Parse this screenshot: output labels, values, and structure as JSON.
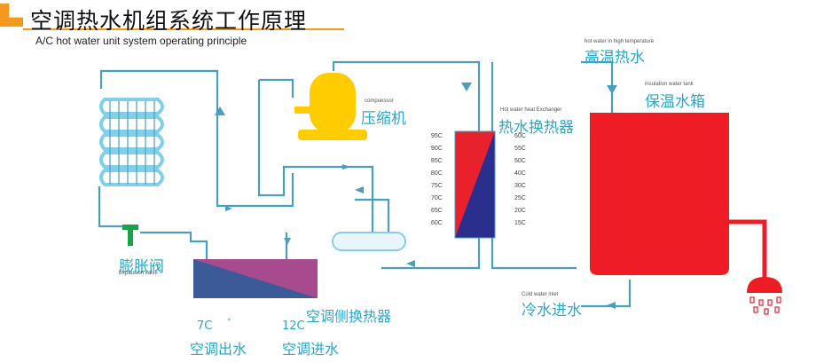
{
  "title": "空调热水机组系统工作原理",
  "subtitle": "A/C hot water unit system operating principle",
  "colors": {
    "accent_orange": "#f39a1e",
    "pipe": "#4a9fc0",
    "compressor": "#ffcc00",
    "tank": "#ee1c25",
    "hx_red": "#e8222d",
    "hx_blue": "#2a2f8e",
    "evap_left": "#3b5b98",
    "evap_right": "#a84b8e",
    "coil": "#7fd0e8",
    "valve": "#1fa04b",
    "label": "#2aa8c8"
  },
  "labels": {
    "hot_water_en": "hot water in high temperature",
    "hot_water_cn": "高温热水",
    "tank_en": "insulation water tank",
    "tank_cn": "保温水箱",
    "compressor_en": "compuessor",
    "compressor_cn": "压缩机",
    "hx_en": "Hot water heat Exchanger",
    "hx_cn": "热水换热器",
    "valve_cn": "膨胀阀",
    "valve_en": "Expausion valve",
    "ac_hx_cn": "空调侧换热器",
    "cold_in_en": "Cold water inlet",
    "cold_in_cn": "冷水进水",
    "ac_out_temp": "7C",
    "ac_in_temp": "12C",
    "ac_out_cn": "空调出水",
    "ac_in_cn": "空调进水"
  },
  "temps_left": [
    "95C",
    "90C",
    "85C",
    "80C",
    "75C",
    "70C",
    "65C",
    "60C"
  ],
  "temps_right": [
    "60C",
    "55C",
    "50C",
    "40C",
    "30C",
    "25C",
    "20C",
    "15C"
  ],
  "icons": [
    "arrow-icon",
    "coil-icon",
    "compressor-icon",
    "valve-icon",
    "shower-icon"
  ]
}
